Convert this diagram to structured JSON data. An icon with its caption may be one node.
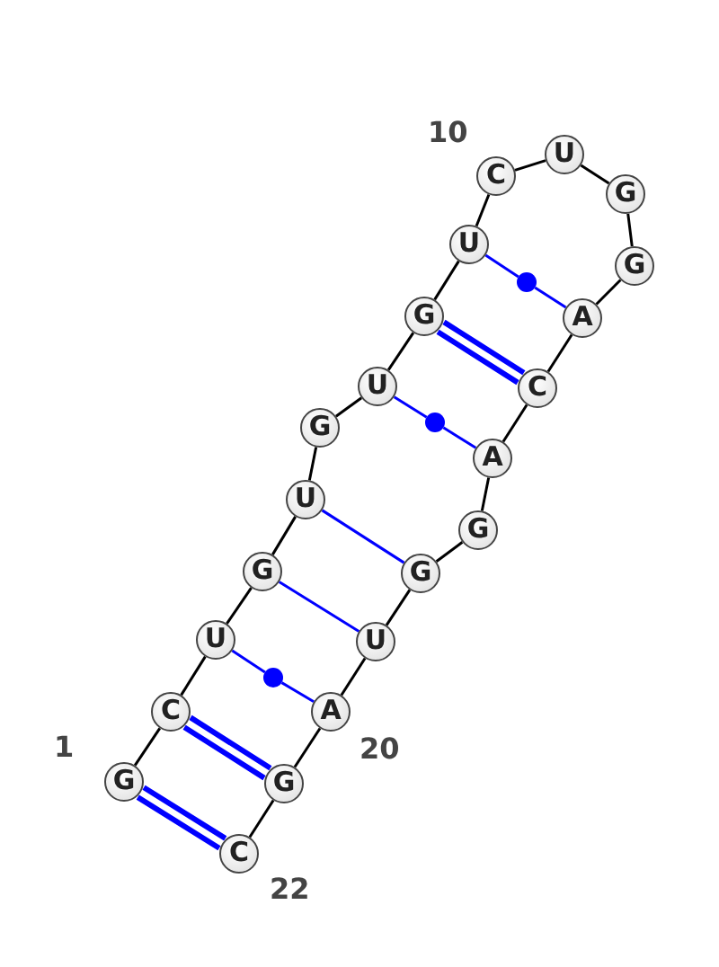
{
  "diagram": {
    "nodes": [
      {
        "text": [
          "G"
        ],
        "beside": [
          "1"
        ]
      },
      {
        "text": [
          "C"
        ]
      },
      {
        "text": [
          "U"
        ]
      },
      {
        "text": [
          "G"
        ]
      },
      {
        "text": [
          "U"
        ]
      },
      {
        "text": [
          "G"
        ]
      },
      {
        "text": [
          "U"
        ]
      },
      {
        "text": [
          "G"
        ]
      },
      {
        "text": [
          "U"
        ]
      },
      {
        "text": [
          "C"
        ],
        "beside": [
          "10"
        ]
      },
      {
        "text": [
          "U"
        ]
      },
      {
        "text": [
          "G"
        ]
      },
      {
        "text": [
          "G"
        ]
      },
      {
        "text": [
          "A"
        ]
      },
      {
        "text": [
          "C"
        ]
      },
      {
        "text": [
          "A"
        ]
      },
      {
        "text": [
          "G"
        ]
      },
      {
        "text": [
          "G"
        ]
      },
      {
        "text": [
          "U"
        ]
      },
      {
        "text": [
          "A"
        ],
        "beside": [
          "20"
        ]
      },
      {
        "text": [
          "G"
        ]
      },
      {
        "text": [
          "C"
        ],
        "beside": [
          "22"
        ]
      },
      {
        "text": [],
        "shape": "circle"
      },
      {
        "text": [],
        "shape": "circle"
      },
      {
        "text": [],
        "shape": "circle"
      }
    ],
    "edges": [
      {
        "from": 0,
        "to": 1,
        "arrow": "none"
      },
      {
        "from": 1,
        "to": 2,
        "arrow": "none"
      },
      {
        "from": 2,
        "to": 3,
        "arrow": "none"
      },
      {
        "from": 3,
        "to": 4,
        "arrow": "none"
      },
      {
        "from": 4,
        "to": 5,
        "arrow": "none"
      },
      {
        "from": 5,
        "to": 6,
        "arrow": "none"
      },
      {
        "from": 6,
        "to": 7,
        "arrow": "none"
      },
      {
        "from": 7,
        "to": 8,
        "arrow": "none"
      },
      {
        "from": 8,
        "to": 9,
        "arrow": "none"
      },
      {
        "from": 9,
        "to": 10,
        "arrow": "none"
      },
      {
        "from": 10,
        "to": 11,
        "arrow": "none"
      },
      {
        "from": 11,
        "to": 12,
        "arrow": "none"
      },
      {
        "from": 12,
        "to": 13,
        "arrow": "none"
      },
      {
        "from": 13,
        "to": 14,
        "arrow": "none"
      },
      {
        "from": 14,
        "to": 15,
        "arrow": "none"
      },
      {
        "from": 15,
        "to": 16,
        "arrow": "none"
      },
      {
        "from": 16,
        "to": 17,
        "arrow": "none"
      },
      {
        "from": 17,
        "to": 18,
        "arrow": "none"
      },
      {
        "from": 18,
        "to": 19,
        "arrow": "none"
      },
      {
        "from": 19,
        "to": 20,
        "arrow": "none"
      },
      {
        "from": 20,
        "to": 21,
        "arrow": "none"
      },
      {
        "from": 0,
        "to": 21,
        "arrow": "none",
        "style": "thick",
        "color": "#0000ff"
      },
      {
        "from": 1,
        "to": 20,
        "arrow": "none",
        "style": "thick",
        "color": "#0000ff"
      },
      {
        "from": 2,
        "to": 24,
        "arrow": "none",
        "color": "#0000ff"
      },
      {
        "from": 24,
        "to": 19,
        "arrow": "none",
        "color": "#0000ff"
      },
      {
        "from": 3,
        "to": 18,
        "arrow": "none",
        "color": "#0000ff"
      },
      {
        "from": 4,
        "to": 17,
        "arrow": "none",
        "color": "#0000ff"
      },
      {
        "from": 6,
        "to": 23,
        "arrow": "none",
        "color": "#0000ff"
      },
      {
        "from": 23,
        "to": 15,
        "arrow": "none",
        "color": "#0000ff"
      },
      {
        "from": 7,
        "to": 14,
        "arrow": "none",
        "style": "thick",
        "color": "#0000ff"
      },
      {
        "from": 8,
        "to": 22,
        "arrow": "none",
        "color": "#0000ff"
      },
      {
        "from": 22,
        "to": 13,
        "arrow": "none",
        "color": "#0000ff"
      }
    ]
  }
}
